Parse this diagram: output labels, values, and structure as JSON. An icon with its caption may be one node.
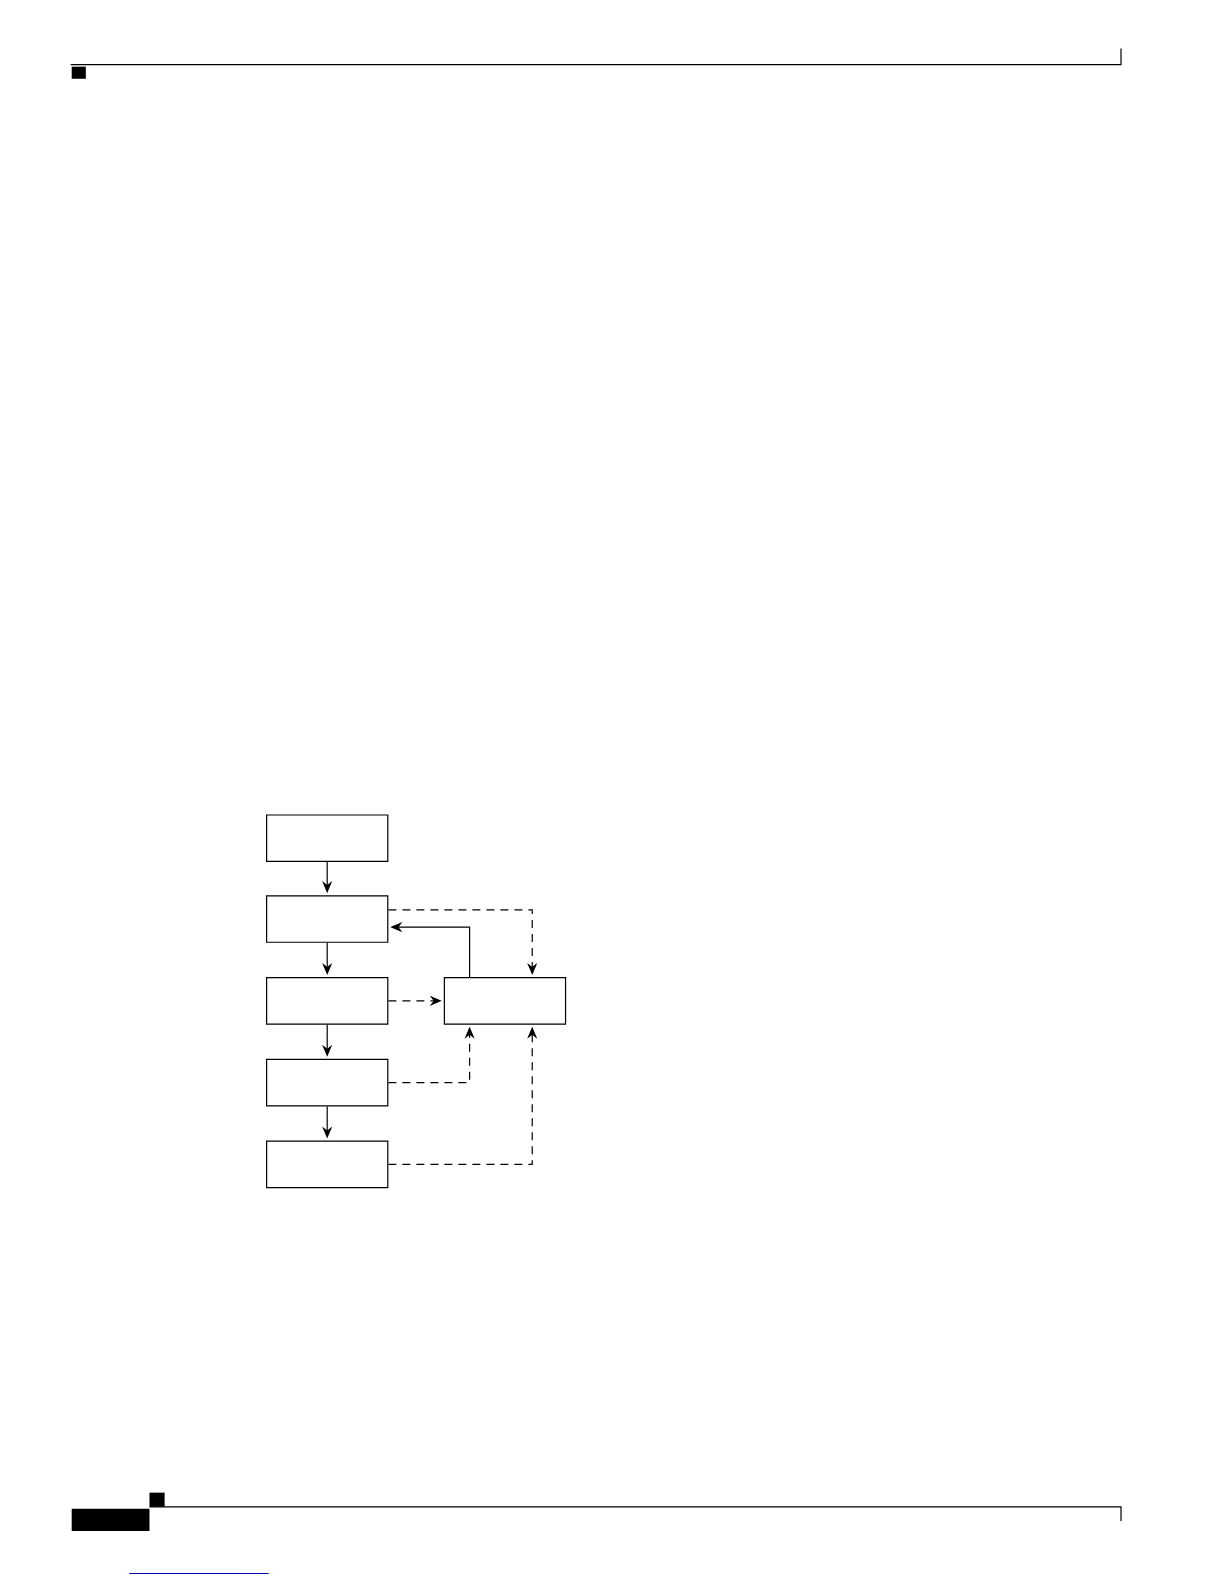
{
  "diagram": {
    "nodes": [
      {
        "text": [],
        "shape": "box"
      },
      {
        "text": [],
        "shape": "box"
      },
      {
        "text": [],
        "shape": "box"
      },
      {
        "text": [],
        "shape": "box"
      },
      {
        "text": [],
        "shape": "box"
      },
      {
        "text": [],
        "shape": "box"
      }
    ],
    "edges": [
      {
        "from": 0,
        "to": 1,
        "arrow": "to"
      },
      {
        "from": 1,
        "to": 2,
        "arrow": "to"
      },
      {
        "from": 2,
        "to": 4,
        "arrow": "to"
      },
      {
        "from": 4,
        "to": 5,
        "arrow": "to"
      },
      {
        "from": 3,
        "to": 1,
        "arrow": "to"
      },
      {
        "from": 1,
        "to": 3,
        "arrow": "to",
        "style": "dashed"
      },
      {
        "from": 2,
        "to": 3,
        "arrow": "to",
        "style": "dashed"
      },
      {
        "from": 4,
        "to": 3,
        "arrow": "to",
        "style": "dashed"
      },
      {
        "from": 5,
        "to": 3,
        "arrow": "to",
        "style": "dashed"
      }
    ]
  }
}
